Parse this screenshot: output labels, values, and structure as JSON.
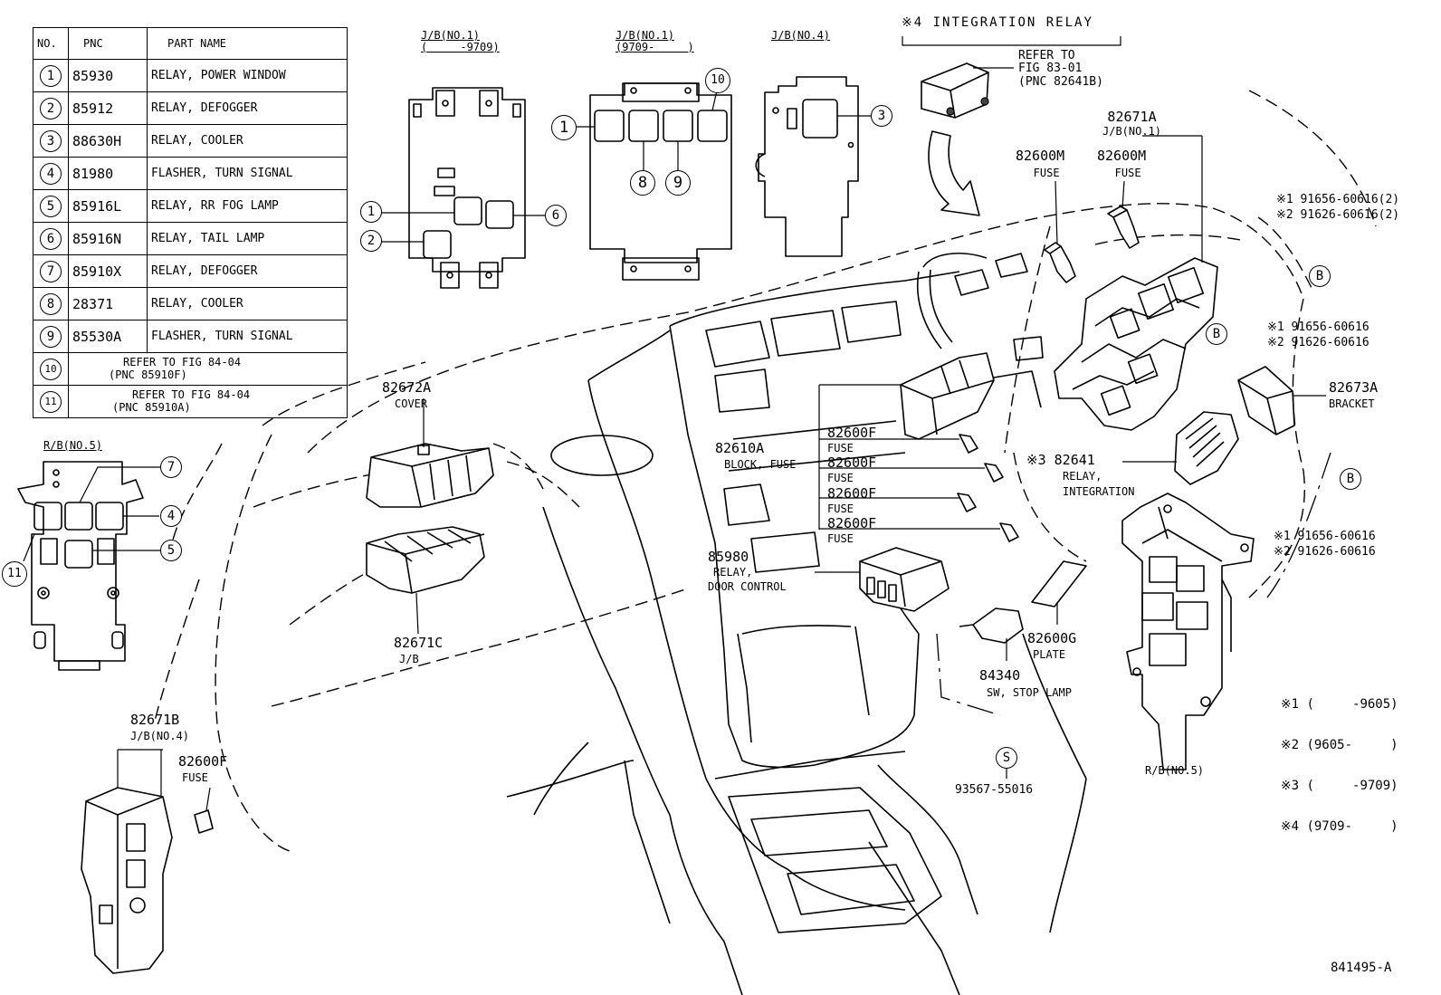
{
  "table": {
    "headers": [
      "NO.",
      "PNC",
      "PART NAME"
    ],
    "rows": [
      {
        "no": "1",
        "pnc": "85930",
        "name": "RELAY, POWER WINDOW"
      },
      {
        "no": "2",
        "pnc": "85912",
        "name": "RELAY, DEFOGGER"
      },
      {
        "no": "3",
        "pnc": "88630H",
        "name": "RELAY, COOLER"
      },
      {
        "no": "4",
        "pnc": "81980",
        "name": "FLASHER, TURN SIGNAL"
      },
      {
        "no": "5",
        "pnc": "85916L",
        "name": "RELAY, RR FOG LAMP"
      },
      {
        "no": "6",
        "pnc": "85916N",
        "name": "RELAY, TAIL LAMP"
      },
      {
        "no": "7",
        "pnc": "85910X",
        "name": "RELAY, DEFOGGER"
      },
      {
        "no": "8",
        "pnc": "28371",
        "name": "RELAY, COOLER"
      },
      {
        "no": "9",
        "pnc": "85530A",
        "name": "FLASHER, TURN SIGNAL"
      },
      {
        "no": "10",
        "ref_line1": "REFER TO FIG 84-04",
        "ref_line2": "(PNC 85910F)"
      },
      {
        "no": "11",
        "ref_line1": "REFER TO FIG 84-04",
        "ref_line2": "(PNC 85910A)"
      }
    ]
  },
  "junction_blocks": {
    "jb1_old": {
      "line1": "J/B(NO.1)",
      "line2": "(     -9709)"
    },
    "jb1_new": {
      "line1": "J/B(NO.1)",
      "line2": "(9709-     )"
    },
    "jb4": {
      "label": "J/B(NO.4)"
    },
    "rb5_top": {
      "label": "R/B(NO.5)"
    }
  },
  "integration_relay": {
    "title": "※4 INTEGRATION RELAY",
    "ref_line1": "REFER TO",
    "ref_line2": "FIG 83-01",
    "ref_line3": "(PNC 82641B)"
  },
  "parts": {
    "p82671A": {
      "pnc": "82671A",
      "name": "J/B(NO.1)"
    },
    "p82600M_1": {
      "pnc": "82600M",
      "name": "FUSE"
    },
    "p82600M_2": {
      "pnc": "82600M",
      "name": "FUSE"
    },
    "p82672A": {
      "pnc": "82672A",
      "name": "COVER"
    },
    "p82610A": {
      "pnc": "82610A",
      "name": "BLOCK, FUSE"
    },
    "p82600F_1": {
      "pnc": "82600F",
      "name": "FUSE"
    },
    "p82600F_2": {
      "pnc": "82600F",
      "name": "FUSE"
    },
    "p82600F_3": {
      "pnc": "82600F",
      "name": "FUSE"
    },
    "p82600F_4": {
      "pnc": "82600F",
      "name": "FUSE"
    },
    "p82641": {
      "pnc": "※3 82641",
      "name1": "RELAY,",
      "name2": "INTEGRATION"
    },
    "p82673A": {
      "pnc": "82673A",
      "name": "BRACKET"
    },
    "p85980": {
      "pnc": "85980",
      "name1": "RELAY,",
      "name2": "DOOR CONTROL"
    },
    "p82600G": {
      "pnc": "82600G",
      "name": "PLATE"
    },
    "p84340": {
      "pnc": "84340",
      "name": "SW, STOP LAMP"
    },
    "p82671C": {
      "pnc": "82671C",
      "name": "J/B"
    },
    "p82671B": {
      "pnc": "82671B",
      "name": "J/B(NO.4)"
    },
    "p82600F_5": {
      "pnc": "82600F",
      "name": "FUSE"
    },
    "p93567": {
      "pnc": "93567-55016"
    },
    "rb5_bottom": {
      "label": "R/B(NO.5)"
    }
  },
  "bolts": {
    "top": {
      "l1": "※1 91656-60616(2)",
      "l2": "※2 91626-60616(2)"
    },
    "mid": {
      "l1": "※1 91656-60616",
      "l2": "※2 91626-60616"
    },
    "low": {
      "l1": "※1 91656-60616",
      "l2": "※2 91626-60616"
    }
  },
  "callouts": {
    "b": "B",
    "s": "S"
  },
  "legend": [
    "※1 (     -9605)",
    "※2 (9605-     )",
    "※3 (     -9709)",
    "※4 (9709-     )"
  ],
  "figure_code": "841495-A"
}
